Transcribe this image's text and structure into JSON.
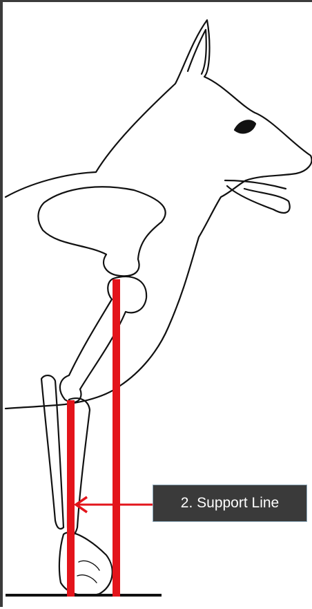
{
  "callout": {
    "label": "2. Support Line",
    "background": "#3a3a3a",
    "text_color": "#ffffff"
  },
  "colors": {
    "support_line": "#e3141b",
    "outline": "#111111",
    "frame": "#3b3b3b"
  },
  "figure": {
    "subject": "dog-head-and-forelimb-skeleton",
    "lines": [
      "red-support-line-front",
      "red-support-line-rear"
    ]
  }
}
